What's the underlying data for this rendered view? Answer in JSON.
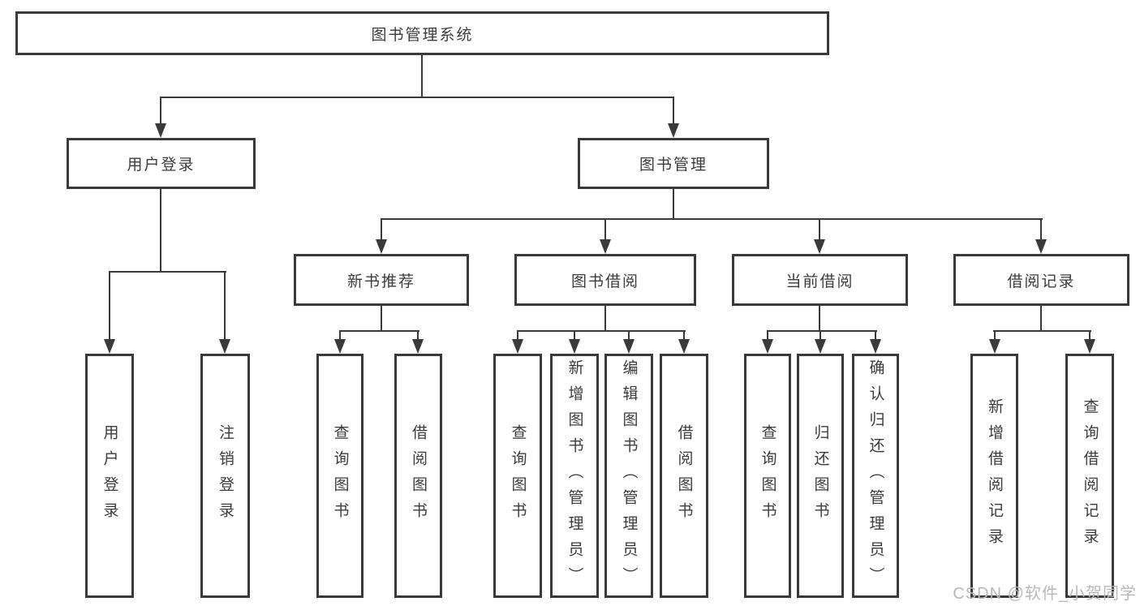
{
  "tree": {
    "root": {
      "label": "图书管理系统"
    },
    "branches": [
      {
        "label": "用户登录",
        "leaves": [
          {
            "label": "用户登录"
          },
          {
            "label": "注销登录"
          }
        ]
      },
      {
        "label": "图书管理",
        "groups": [
          {
            "label": "新书推荐",
            "leaves": [
              {
                "label": "查询图书"
              },
              {
                "label": "借阅图书"
              }
            ]
          },
          {
            "label": "图书借阅",
            "leaves": [
              {
                "label": "查询图书"
              },
              {
                "label": "新增图书（管理员）"
              },
              {
                "label": "编辑图书（管理员）"
              },
              {
                "label": "借阅图书"
              }
            ]
          },
          {
            "label": "当前借阅",
            "leaves": [
              {
                "label": "查询图书"
              },
              {
                "label": "归还图书"
              },
              {
                "label": "确认归还（管理员）"
              }
            ]
          },
          {
            "label": "借阅记录",
            "leaves": [
              {
                "label": "新增借阅记录"
              },
              {
                "label": "查询借阅记录"
              }
            ]
          }
        ]
      }
    ]
  },
  "watermark": {
    "text": "CSDN @软件_小贺同学"
  },
  "colors": {
    "line": "#3a3a3a",
    "text": "#3c3c3c",
    "watermark": "#b9b9b9",
    "background": "#ffffff"
  }
}
